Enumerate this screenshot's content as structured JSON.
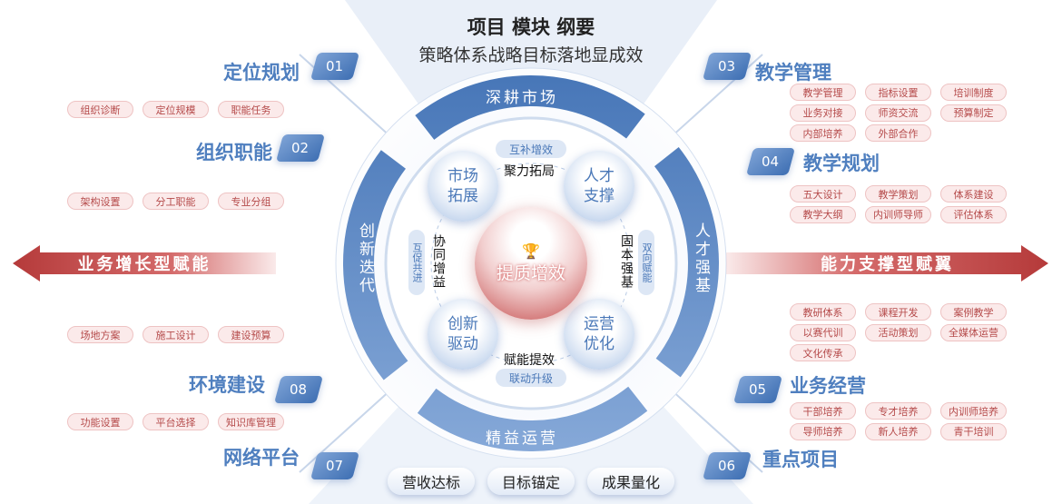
{
  "header": {
    "title": "项目 模块 纲要",
    "subtitle": "策略体系战略目标落地显成效"
  },
  "arrows": {
    "left": "业务增长型赋能",
    "right": "能力支撑型赋翼"
  },
  "ring": {
    "top": "深耕市场",
    "bottom": "精益运营",
    "left": "创新迭代",
    "right": "人才强基"
  },
  "center": {
    "label": "提质增效",
    "icon": "trophy-icon"
  },
  "quadrants": [
    "市场\n拓展",
    "人才\n支撑",
    "创新\n驱动",
    "运营\n优化"
  ],
  "connectors": {
    "top_pill": "互补增效",
    "top_text": "聚力拓局",
    "bottom_pill": "联动升级",
    "bottom_text": "赋能提效",
    "left_pill": "互促共进",
    "left_text": "协同增益",
    "right_pill": "双向赋能",
    "right_text": "固本强基"
  },
  "bottom_pills": [
    "营收达标",
    "目标锚定",
    "成果量化"
  ],
  "sections": [
    {
      "num": "01",
      "title": "定位规划",
      "tags": [
        "组织诊断",
        "定位规模",
        "职能任务"
      ]
    },
    {
      "num": "02",
      "title": "组织职能",
      "tags": [
        "架构设置",
        "分工职能",
        "专业分组"
      ]
    },
    {
      "num": "08",
      "title": "环境建设",
      "tags": [
        "场地方案",
        "施工设计",
        "建设预算"
      ]
    },
    {
      "num": "07",
      "title": "网络平台",
      "tags": [
        "功能设置",
        "平台选择",
        "知识库管理"
      ]
    },
    {
      "num": "03",
      "title": "教学管理",
      "tags": [
        "教学管理",
        "指标设置",
        "培训制度",
        "业务对接",
        "师资交流",
        "预算制定",
        "内部培养",
        "外部合作"
      ]
    },
    {
      "num": "04",
      "title": "教学规划",
      "tags": [
        "五大设计",
        "教学策划",
        "体系建设",
        "教学大纲",
        "内训师导师",
        "评估体系"
      ]
    },
    {
      "num": "05",
      "title": "业务经营",
      "tags": [
        "教研体系",
        "课程开发",
        "案例教学",
        "以赛代训",
        "活动策划",
        "全媒体运营",
        "文化传承"
      ]
    },
    {
      "num": "06",
      "title": "重点项目",
      "tags": [
        "干部培养",
        "专才培养",
        "内训师培养",
        "导师培养",
        "新人培养",
        "青干培训"
      ]
    }
  ],
  "colors": {
    "blue": "#4f7fbf",
    "red": "#b53a3a"
  }
}
